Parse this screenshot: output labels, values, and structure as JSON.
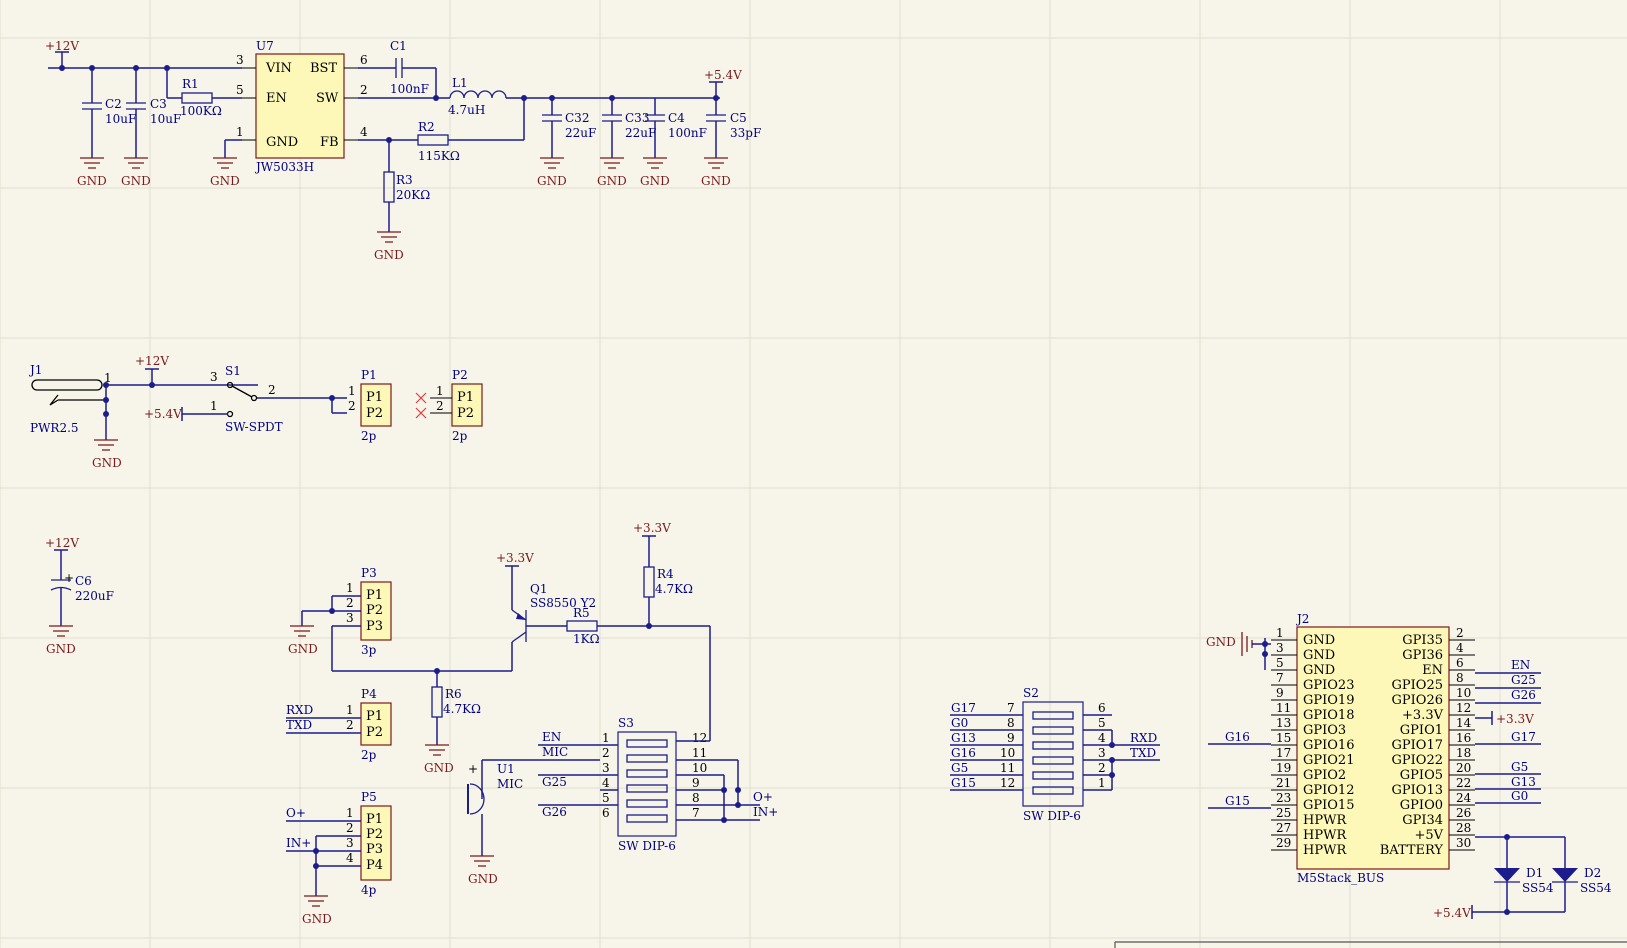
{
  "power": {
    "v12": "+12V",
    "v54": "+5.4V",
    "v33": "+3.3V",
    "gnd": "GND"
  },
  "u7": {
    "ref": "U7",
    "part": "JW5033H",
    "pins": {
      "vin": "VIN",
      "en": "EN",
      "gnd": "GND",
      "bst": "BST",
      "sw": "SW",
      "fb": "FB"
    },
    "nums": {
      "n3": "3",
      "n5": "5",
      "n1": "1",
      "n6": "6",
      "n2": "2",
      "n4": "4"
    }
  },
  "c1": {
    "ref": "C1",
    "val": "100nF"
  },
  "l1": {
    "ref": "L1",
    "val": "4.7uH"
  },
  "r1": {
    "ref": "R1",
    "val": "100KΩ"
  },
  "r2": {
    "ref": "R2",
    "val": "115KΩ"
  },
  "r3": {
    "ref": "R3",
    "val": "20KΩ"
  },
  "c2": {
    "ref": "C2",
    "val": "10uF"
  },
  "c3": {
    "ref": "C3",
    "val": "10uF"
  },
  "c32": {
    "ref": "C32",
    "val": "22uF"
  },
  "c33": {
    "ref": "C33",
    "val": "22uF"
  },
  "c4": {
    "ref": "C4",
    "val": "100nF"
  },
  "c5": {
    "ref": "C5",
    "val": "33pF"
  },
  "j1": {
    "ref": "J1",
    "part": "PWR2.5"
  },
  "s1": {
    "ref": "S1",
    "part": "SW-SPDT"
  },
  "p1": {
    "ref": "P1",
    "val": "2p"
  },
  "p2": {
    "ref": "P2",
    "val": "2p"
  },
  "c6": {
    "ref": "C6",
    "val": "220uF"
  },
  "p3": {
    "ref": "P3",
    "val": "3p"
  },
  "p4": {
    "ref": "P4",
    "val": "2p"
  },
  "p5": {
    "ref": "P5",
    "val": "4p"
  },
  "q1": {
    "ref": "Q1",
    "part": "SS8550 Y2"
  },
  "r4": {
    "ref": "R4",
    "val": "4.7KΩ"
  },
  "r5": {
    "ref": "R5",
    "val": "1KΩ"
  },
  "r6": {
    "ref": "R6",
    "val": "4.7KΩ"
  },
  "u1": {
    "ref": "U1",
    "part": "MIC"
  },
  "s3": {
    "ref": "S3",
    "part": "SW DIP-6"
  },
  "s2": {
    "ref": "S2",
    "part": "SW DIP-6"
  },
  "pinlabels": {
    "p1": "P1",
    "p2": "P2",
    "p3": "P3",
    "p4": "P4"
  },
  "nets": {
    "rxd": "RXD",
    "txd": "TXD",
    "o_plus": "O+",
    "in_plus": "IN+",
    "en": "EN",
    "mic": "MIC",
    "g25": "G25",
    "g26": "G26",
    "g17": "G17",
    "g0": "G0",
    "g13": "G13",
    "g16": "G16",
    "g5": "G5",
    "g15": "G15"
  },
  "j2": {
    "ref": "J2",
    "part": "M5Stack_BUS",
    "left": [
      "GND",
      "GND",
      "GND",
      "GPIO23",
      "GPIO19",
      "GPIO18",
      "GPIO3",
      "GPIO16",
      "GPIO21",
      "GPIO2",
      "GPIO12",
      "GPIO15",
      "HPWR",
      "HPWR",
      "HPWR"
    ],
    "right": [
      "GPI35",
      "GPI36",
      "EN",
      "GPIO25",
      "GPIO26",
      "+3.3V",
      "GPIO1",
      "GPIO17",
      "GPIO22",
      "GPIO5",
      "GPIO13",
      "GPIO0",
      "GPI34",
      "+5V",
      "BATTERY"
    ],
    "lnum": [
      "1",
      "3",
      "5",
      "7",
      "9",
      "11",
      "13",
      "15",
      "17",
      "19",
      "21",
      "23",
      "25",
      "27",
      "29"
    ],
    "rnum": [
      "2",
      "4",
      "6",
      "8",
      "10",
      "12",
      "14",
      "16",
      "18",
      "20",
      "22",
      "24",
      "26",
      "28",
      "30"
    ]
  },
  "d1": {
    "ref": "D1",
    "part": "SS54"
  },
  "d2": {
    "ref": "D2",
    "part": "SS54"
  }
}
